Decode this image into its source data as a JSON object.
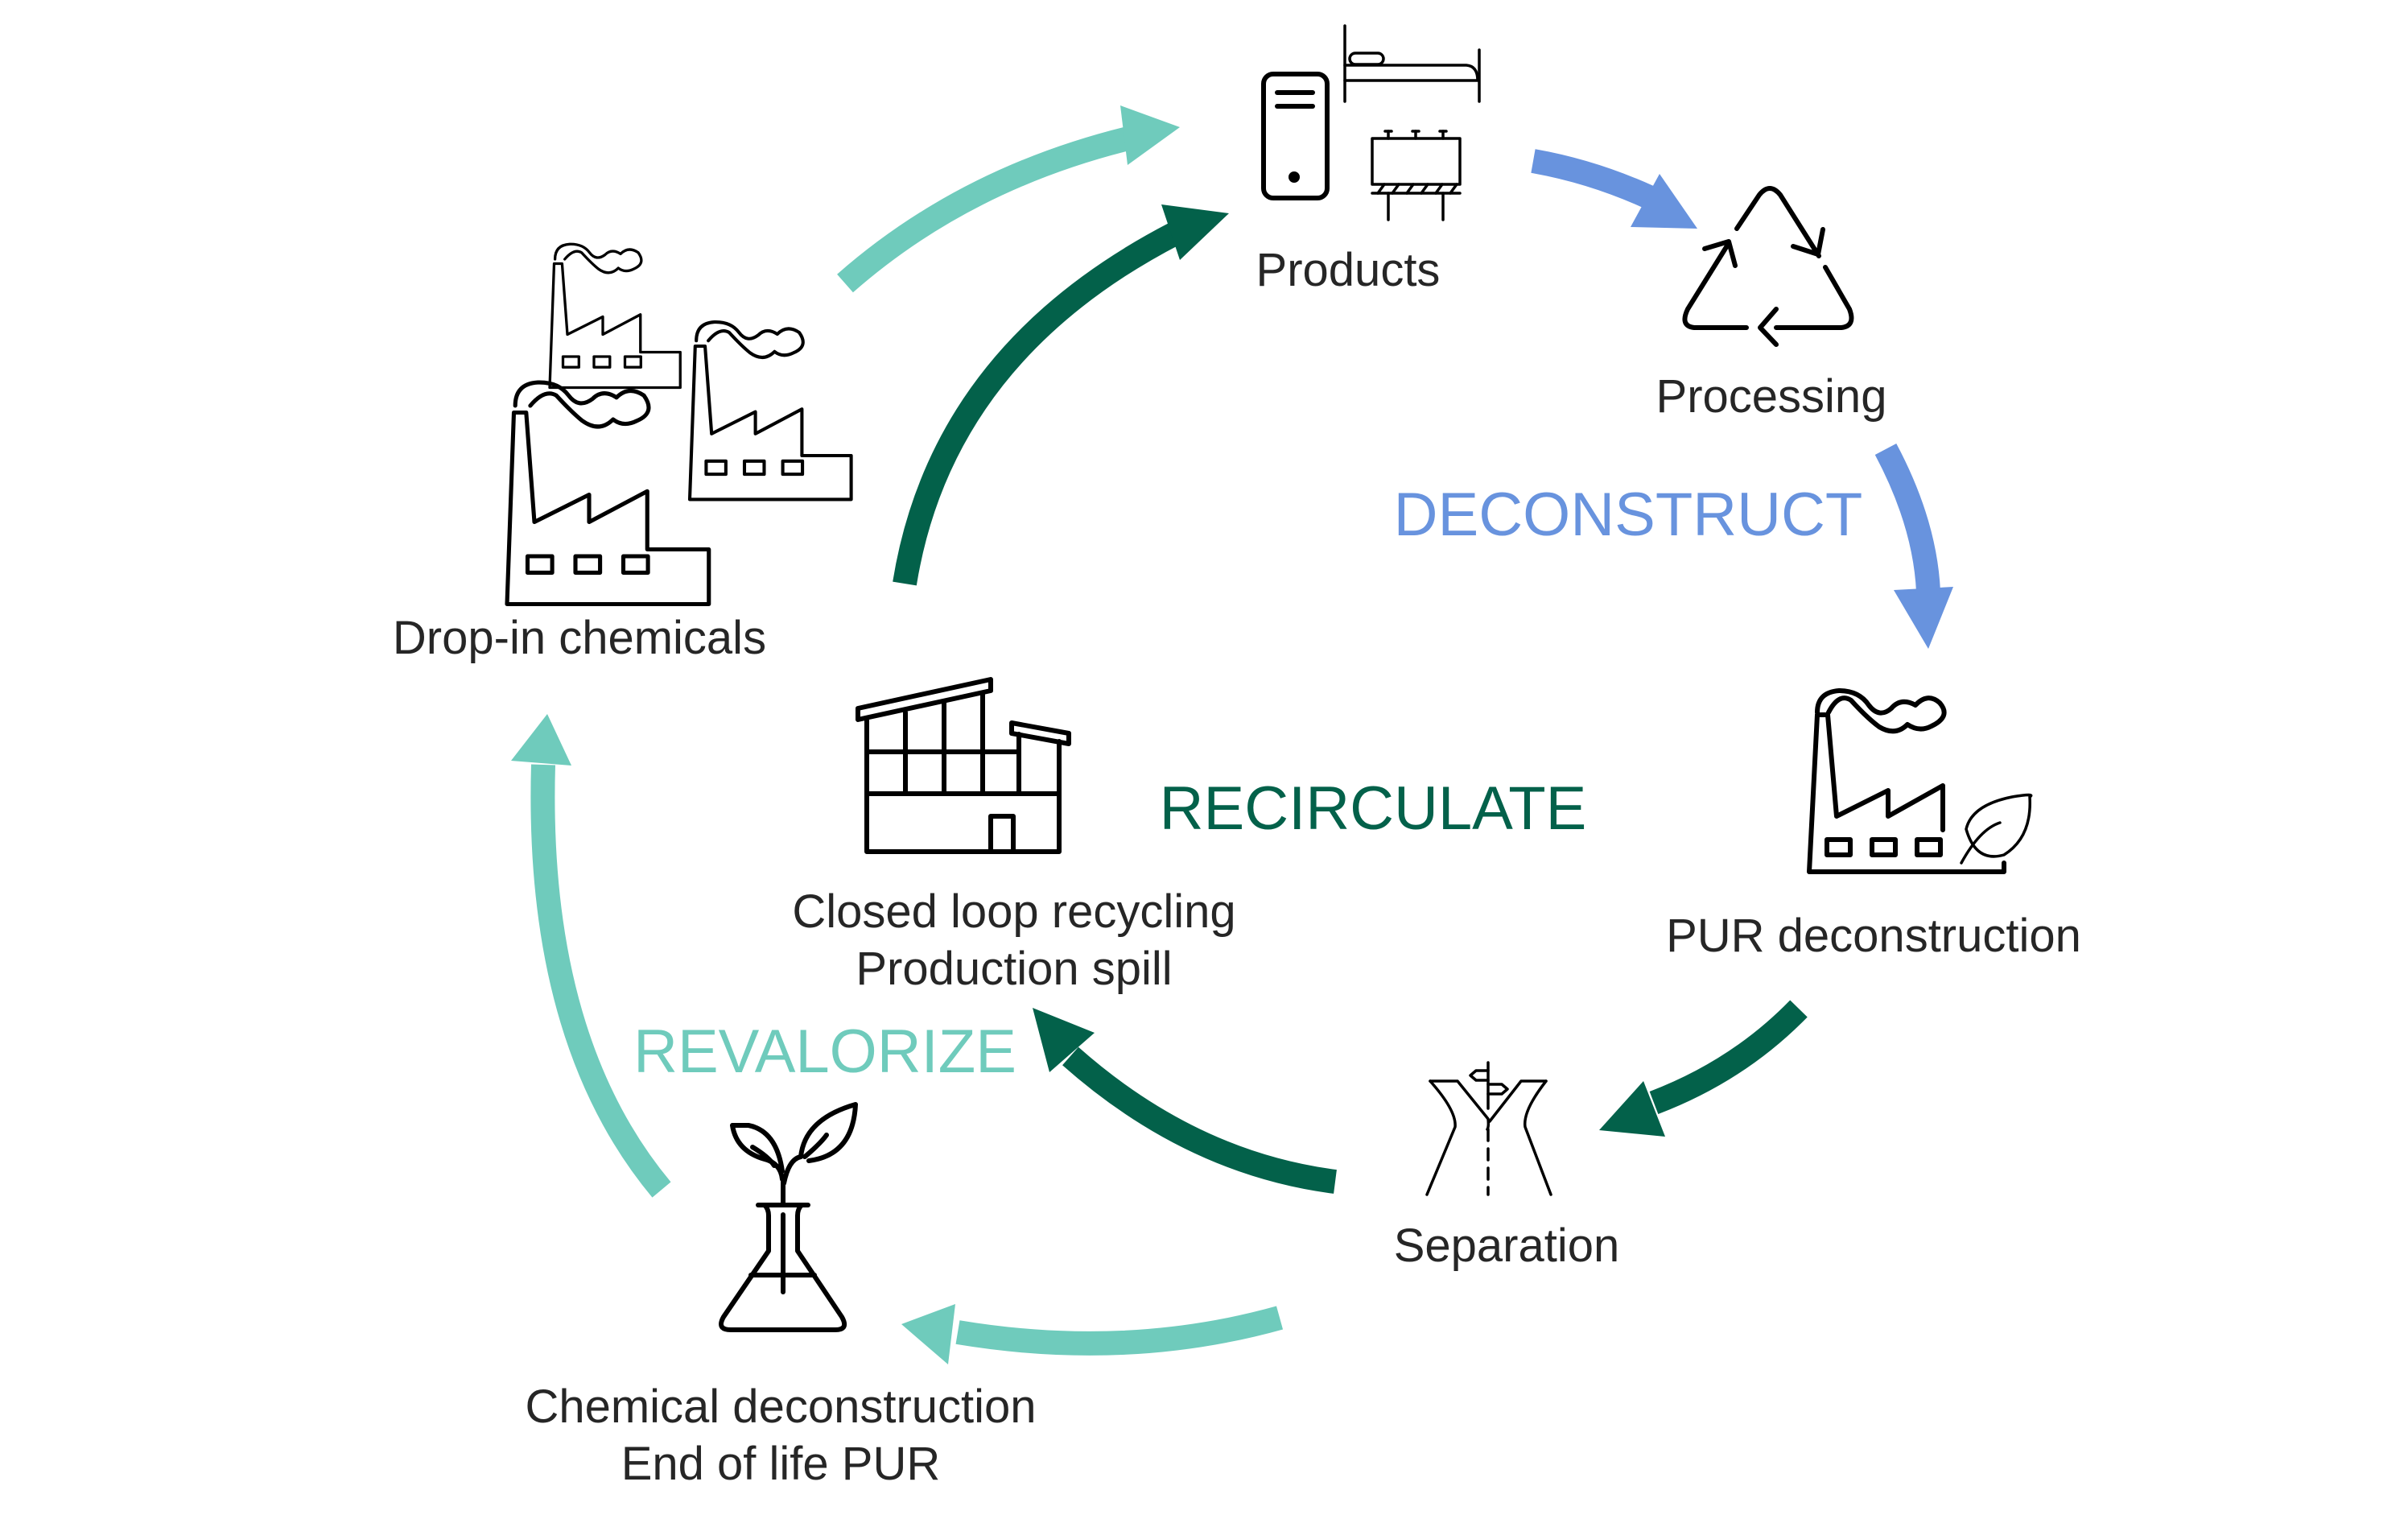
{
  "diagram": {
    "title": "PUR circular lifecycle",
    "colors": {
      "revalorize": "#6FCBBC",
      "recirculate": "#03614A",
      "deconstruct": "#6893DE",
      "text": "#262626",
      "icon": "#000000"
    },
    "nodes": {
      "products": {
        "label": "Products",
        "icons": [
          "computer-tower-icon",
          "bed-icon",
          "billboard-icon"
        ]
      },
      "processing": {
        "label": "Processing",
        "icons": [
          "recycle-icon"
        ]
      },
      "pur_deconstruction": {
        "label": "PUR deconstruction",
        "icons": [
          "eco-factory-icon"
        ]
      },
      "separation": {
        "label": "Separation",
        "icons": [
          "road-fork-signpost-icon"
        ]
      },
      "chemical_deconstruction": {
        "line1": "Chemical deconstruction",
        "line2": "End of life PUR",
        "icons": [
          "flask-sprout-icon"
        ]
      },
      "closed_loop": {
        "line1": "Closed loop recycling",
        "line2": "Production spill",
        "icons": [
          "modern-building-icon"
        ]
      },
      "drop_in": {
        "label": "Drop-in chemicals",
        "icons": [
          "factory-icon",
          "factory-icon",
          "factory-icon"
        ]
      }
    },
    "phases": {
      "deconstruct": "DECONSTRUCT",
      "recirculate": "RECIRCULATE",
      "revalorize": "REVALORIZE"
    },
    "arrows": [
      {
        "from": "Drop-in chemicals",
        "to": "Products",
        "phase": "revalorize"
      },
      {
        "from": "Closed loop recycling",
        "to": "Products",
        "phase": "recirculate"
      },
      {
        "from": "Products",
        "to": "Processing",
        "phase": "deconstruct"
      },
      {
        "from": "Processing",
        "to": "PUR deconstruction",
        "phase": "deconstruct"
      },
      {
        "from": "PUR deconstruction",
        "to": "Separation",
        "phase": "recirculate"
      },
      {
        "from": "Separation",
        "to": "Closed loop recycling",
        "phase": "recirculate"
      },
      {
        "from": "Separation",
        "to": "Chemical deconstruction",
        "phase": "revalorize"
      },
      {
        "from": "Chemical deconstruction",
        "to": "Drop-in chemicals",
        "phase": "revalorize"
      }
    ]
  }
}
